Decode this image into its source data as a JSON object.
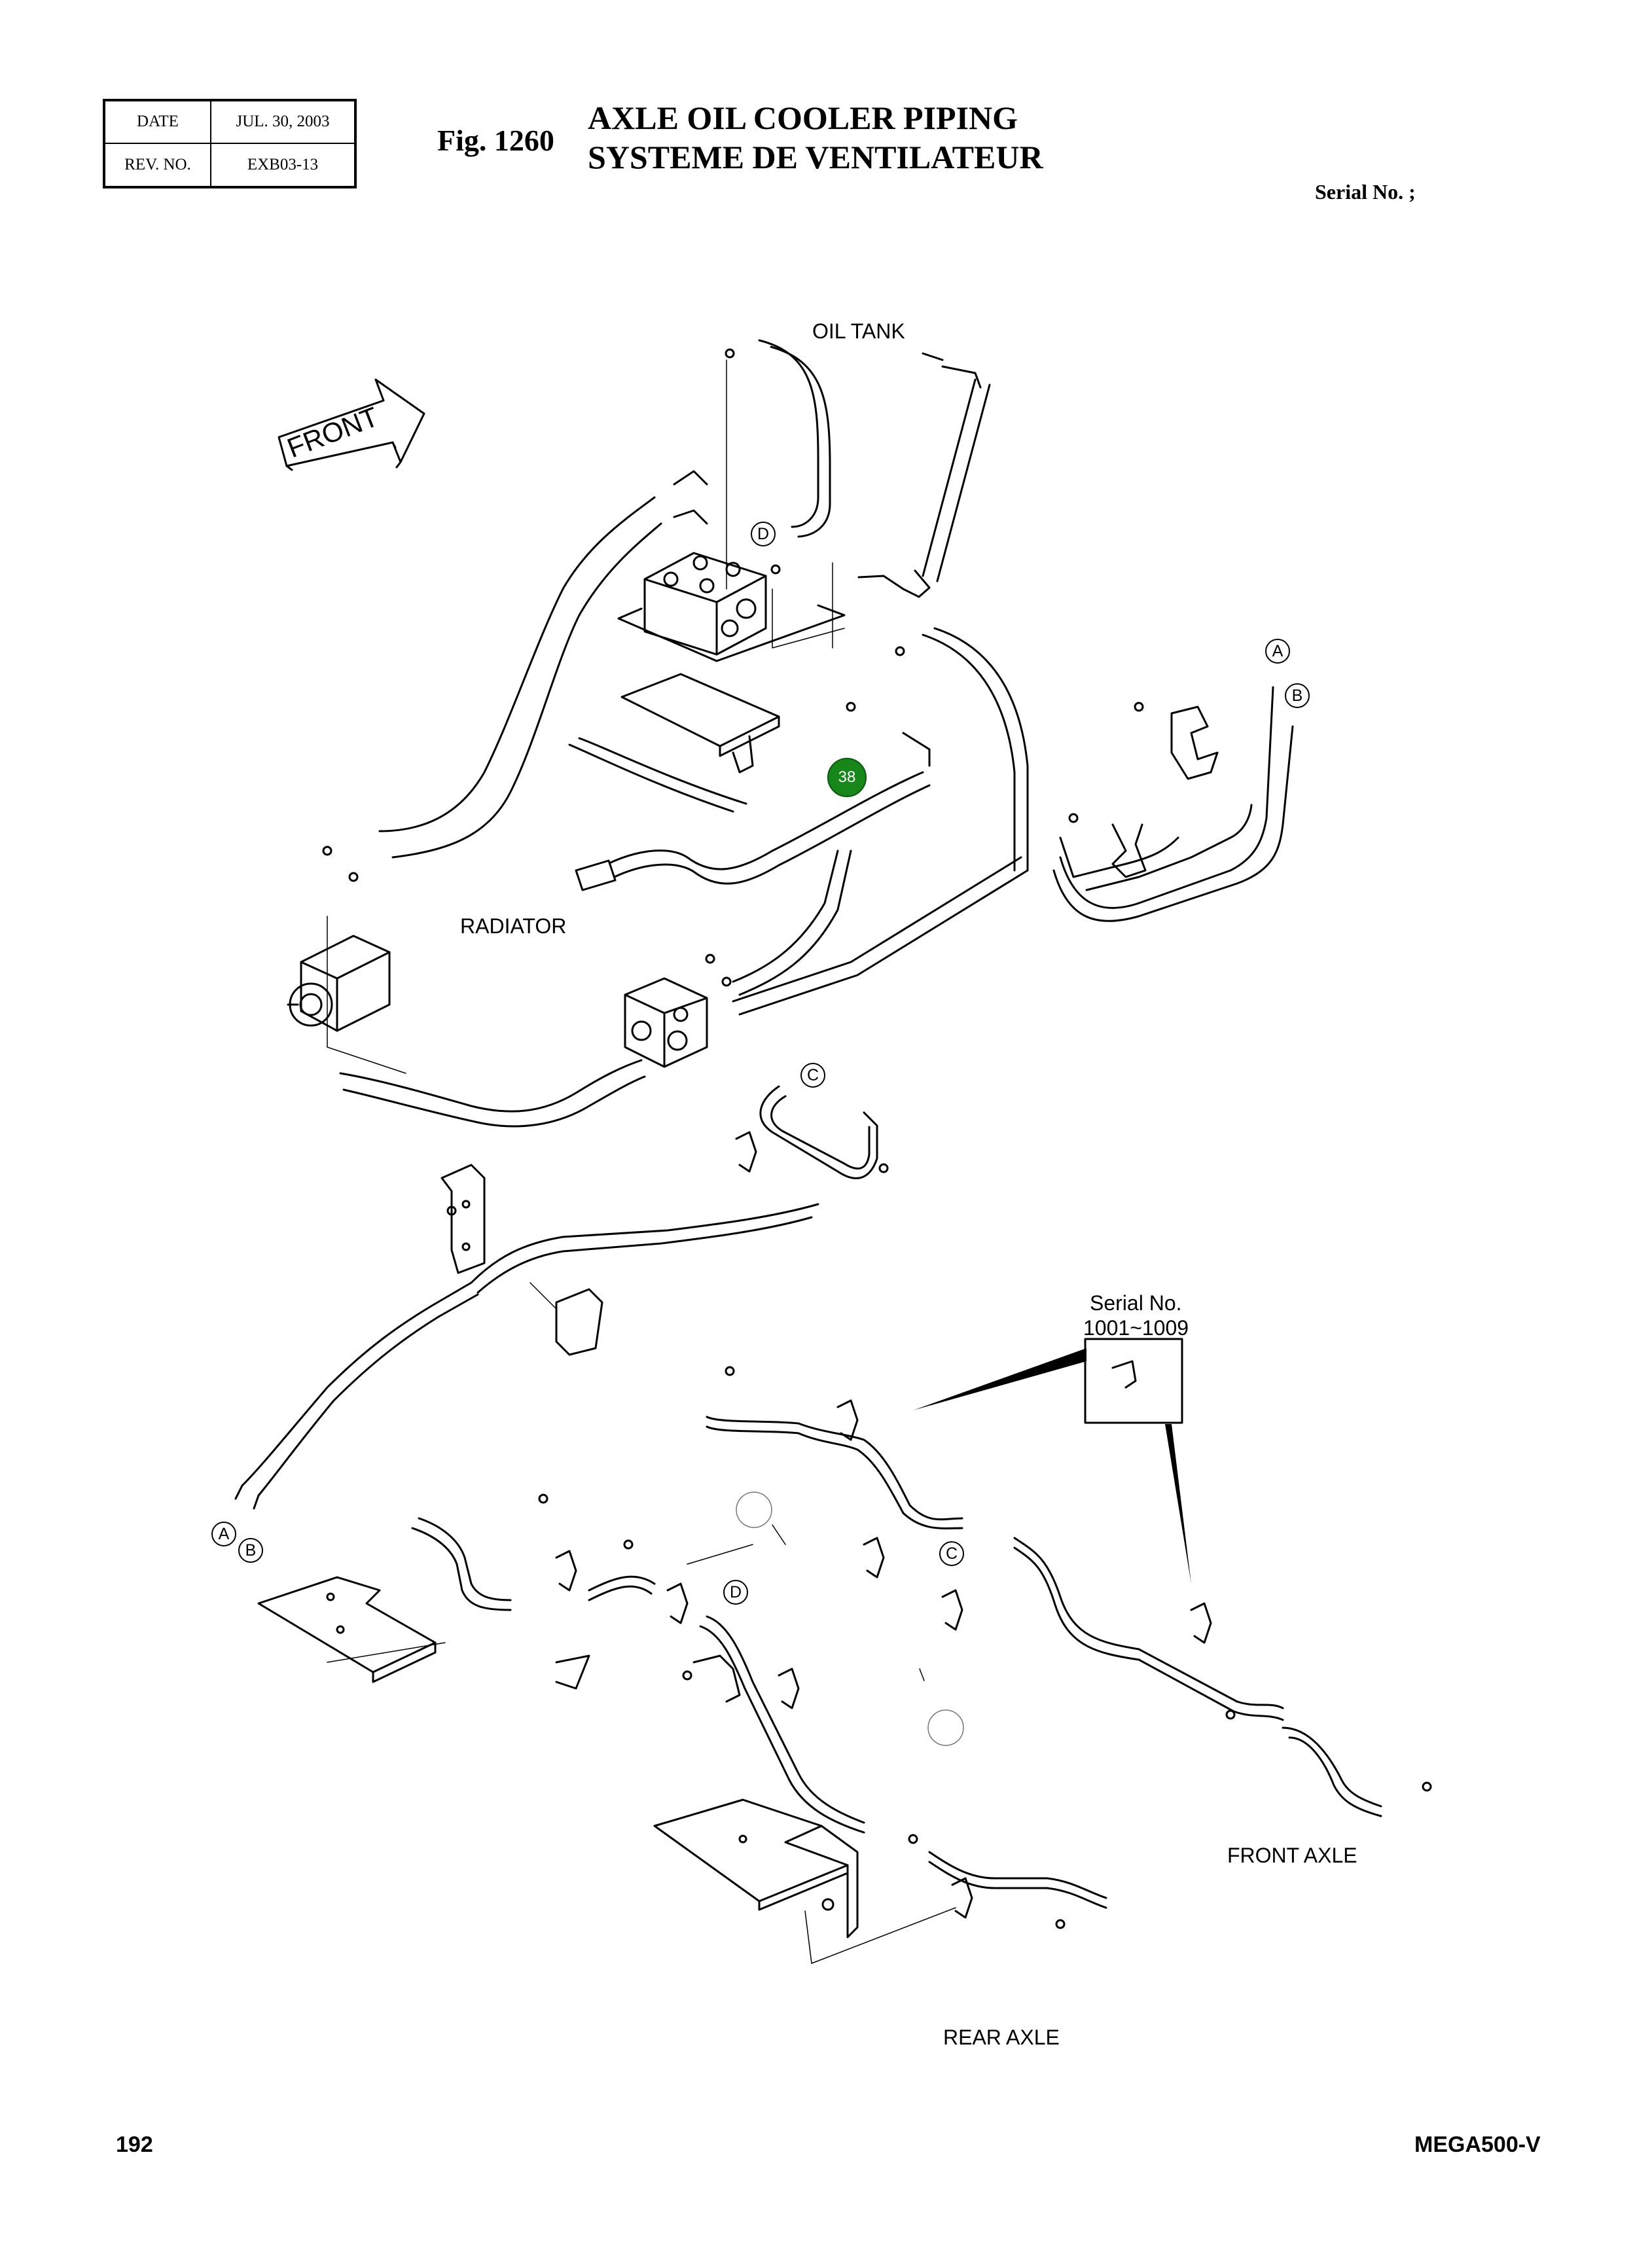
{
  "header": {
    "date_label": "DATE",
    "date_value": "JUL. 30, 2003",
    "rev_label": "REV. NO.",
    "rev_value": "EXB03-13",
    "fig_number": "Fig. 1260",
    "title_en": "AXLE OIL COOLER PIPING",
    "title_fr": "SYSTEME DE VENTILATEUR",
    "serial": "Serial No. ;"
  },
  "diagram": {
    "direction": "FRONT",
    "labels": {
      "oil_tank": "OIL TANK",
      "radiator": "RADIATOR",
      "front_axle": "FRONT AXLE",
      "rear_axle": "REAR AXLE",
      "serial_title": "Serial No.",
      "serial_range": "1001~1009"
    },
    "callouts": {
      "a": "A",
      "b": "B",
      "c": "C",
      "d": "D"
    },
    "highlight_badge": "38",
    "highlight_color": "#17871a"
  },
  "footer": {
    "page_number": "192",
    "model": "MEGA500-V"
  }
}
